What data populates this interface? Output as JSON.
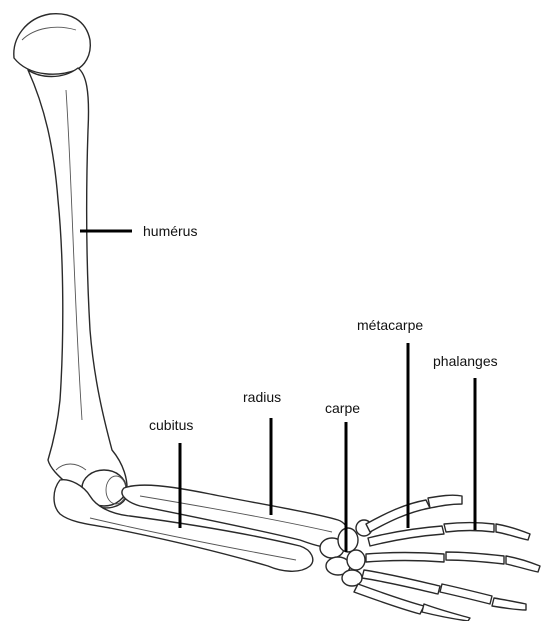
{
  "labels": {
    "humerus": "humérus",
    "cubitus": "cubitus",
    "radius": "radius",
    "carpe": "carpe",
    "metacarpe": "métacarpe",
    "phalanges": "phalanges"
  },
  "colors": {
    "background": "#ffffff",
    "line": "#000000",
    "text": "#111111",
    "bone_outline": "#2a2a2a"
  }
}
